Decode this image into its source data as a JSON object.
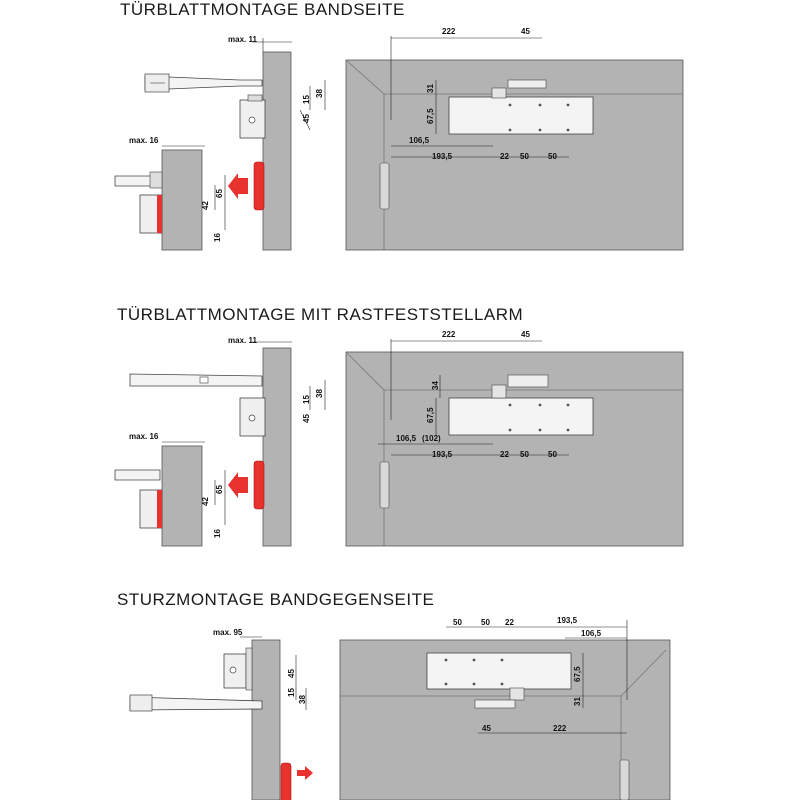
{
  "sections": [
    {
      "title": "TÜRBLATTMONTAGE BANDSEITE"
    },
    {
      "title": "TÜRBLATTMONTAGE MIT RASTFESTSTELLARM"
    },
    {
      "title": "STURZMONTAGE BANDGEGENSEITE"
    }
  ],
  "colors": {
    "panel": "#b3b3b3",
    "arrow": "#e8322e",
    "line": "#222222",
    "body": "#f4f4f4"
  },
  "dims": {
    "s1": {
      "max11": "max. 11",
      "max16": "max. 16",
      "d38": "38",
      "d15": "15",
      "d45": "45",
      "d65": "65",
      "d42": "42",
      "d16": "16",
      "d222": "222",
      "d45top": "45",
      "d31": "31",
      "d675": "67,5",
      "d1065": "106,5",
      "d1935": "193,5",
      "d22": "22",
      "d50a": "50",
      "d50b": "50"
    },
    "s2": {
      "max11": "max. 11",
      "max16": "max. 16",
      "d38": "38",
      "d15": "15",
      "d45": "45",
      "d65": "65",
      "d42": "42",
      "d16": "16",
      "d222": "222",
      "d45top": "45",
      "d34": "34",
      "d675": "67,5",
      "d1065": "106,5",
      "d102": "(102)",
      "d1935": "193,5",
      "d22": "22",
      "d50a": "50",
      "d50b": "50"
    },
    "s3": {
      "max95": "max. 95",
      "d45": "45",
      "d15": "15",
      "d38": "38",
      "d50a": "50",
      "d50b": "50",
      "d22": "22",
      "d1935": "193,5",
      "d1065": "106,5",
      "d675": "67,5",
      "d31": "31",
      "d45b": "45",
      "d222": "222"
    }
  }
}
